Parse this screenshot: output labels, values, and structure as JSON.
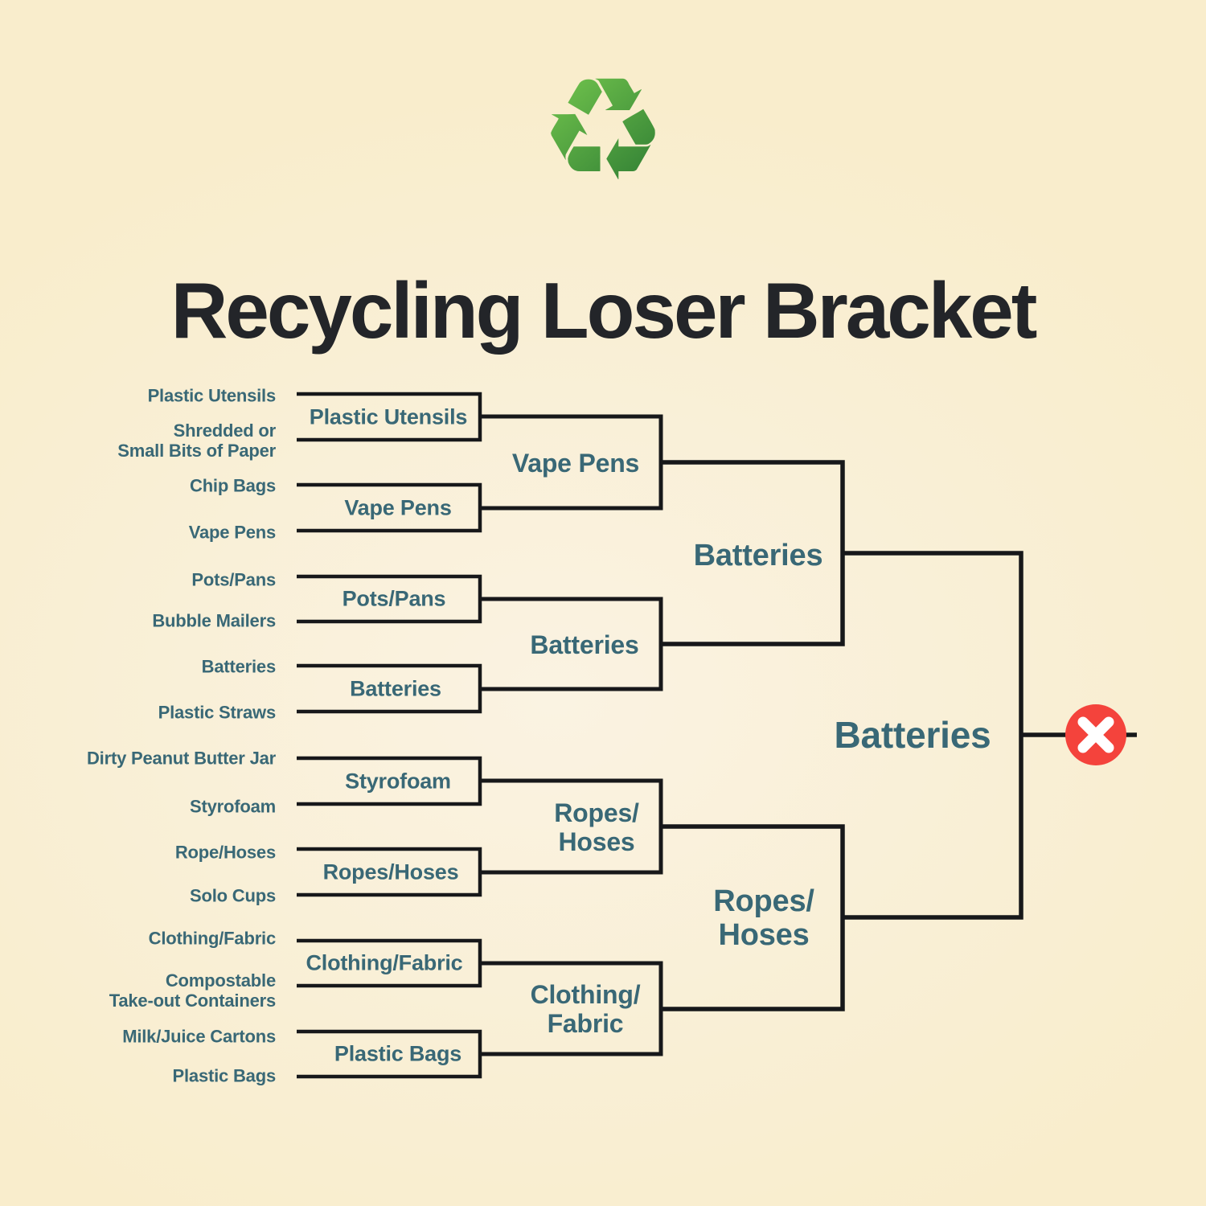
{
  "header": {
    "icon_glyph": "♻",
    "title": "Recycling Loser Bracket"
  },
  "colors": {
    "background_cream": "#f9edcc",
    "background_center": "#faf3e2",
    "label_teal": "#396876",
    "title_charcoal": "#232529",
    "line_black": "#17181a",
    "eliminated_red": "#f4433c",
    "icon_green_light": "#6abc4a",
    "icon_green_dark": "#2e7c33"
  },
  "bracket": {
    "round1_entrants": [
      "Plastic Utensils",
      [
        "Shredded or",
        "Small Bits of Paper"
      ],
      "Chip Bags",
      "Vape Pens",
      "Pots/Pans",
      "Bubble Mailers",
      "Batteries",
      "Plastic Straws",
      "Dirty Peanut Butter Jar",
      "Styrofoam",
      "Rope/Hoses",
      "Solo Cups",
      "Clothing/Fabric",
      [
        "Compostable",
        "Take-out Containers"
      ],
      "Milk/Juice Cartons",
      "Plastic Bags"
    ],
    "round1_winners": [
      "Plastic Utensils",
      "Vape Pens",
      "Pots/Pans",
      "Batteries",
      "Styrofoam",
      "Ropes/Hoses",
      "Clothing/Fabric",
      "Plastic Bags"
    ],
    "round2_winners": [
      "Vape Pens",
      "Batteries",
      [
        "Ropes/",
        "Hoses"
      ],
      [
        "Clothing/",
        "Fabric"
      ]
    ],
    "round3_winners": [
      "Batteries",
      [
        "Ropes/",
        "Hoses"
      ]
    ],
    "champion": "Batteries",
    "result_icon": "x-circle"
  }
}
